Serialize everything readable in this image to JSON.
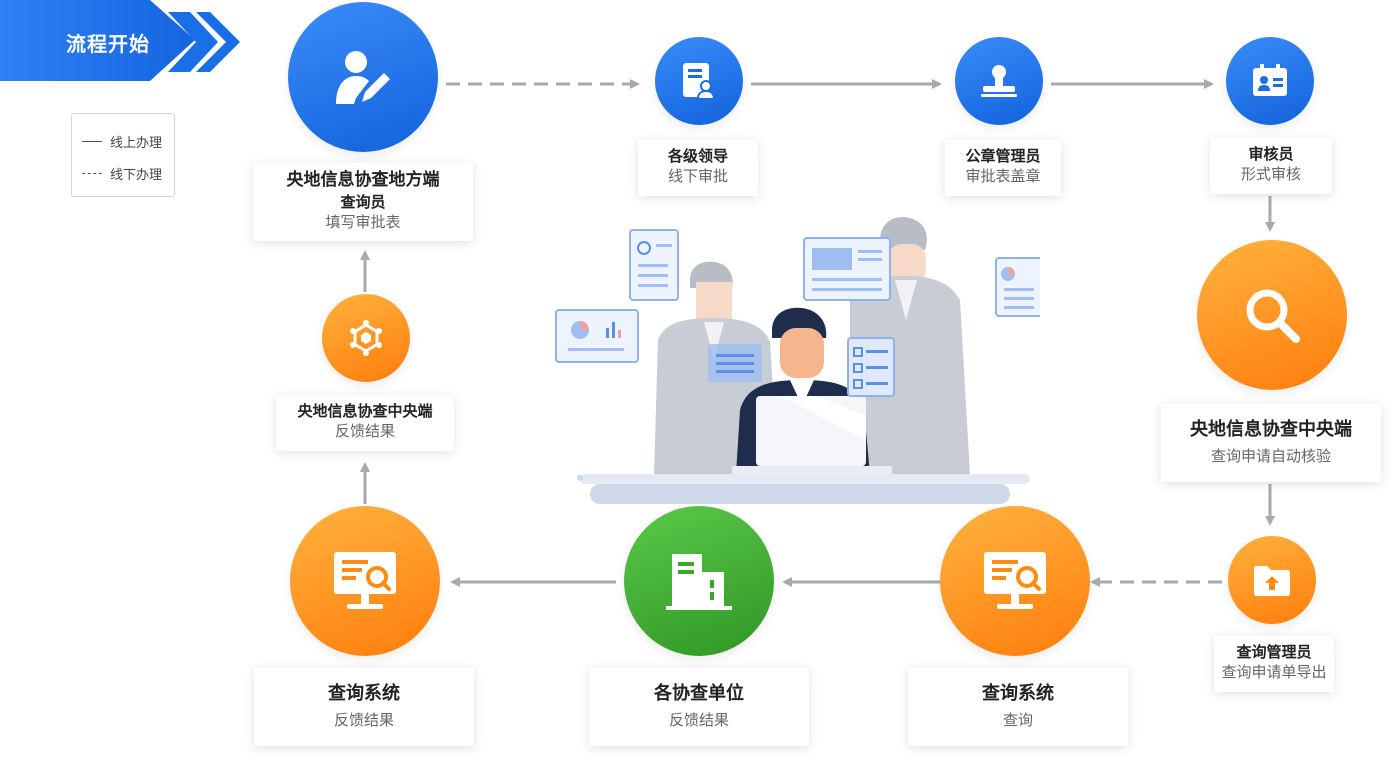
{
  "start": {
    "label": "流程开始"
  },
  "legend": {
    "online": "线上办理",
    "offline": "线下办理"
  },
  "nodes": {
    "local_querier": {
      "title_line1": "央地信息协查地方端",
      "title_line2": "查询员",
      "subtitle": "填写审批表"
    },
    "leaders": {
      "title": "各级领导",
      "subtitle": "线下审批"
    },
    "seal_admin": {
      "title": "公章管理员",
      "subtitle": "审批表盖章"
    },
    "reviewer": {
      "title": "审核员",
      "subtitle": "形式审核"
    },
    "central_verify": {
      "title": "央地信息协查中央端",
      "subtitle": "查询申请自动核验"
    },
    "query_admin": {
      "title": "查询管理员",
      "subtitle": "查询申请单导出"
    },
    "query_system_right": {
      "title": "查询系统",
      "subtitle": "查询"
    },
    "units": {
      "title": "各协查单位",
      "subtitle": "反馈结果"
    },
    "query_system_left": {
      "title": "查询系统",
      "subtitle": "反馈结果"
    },
    "central_feedback": {
      "title": "央地信息协查中央端",
      "subtitle": "反馈结果"
    }
  },
  "colors": {
    "blue": "#1a6ee6",
    "orange": "#ff8a14",
    "green": "#3aa82c",
    "arrow": "#a9a9a9"
  },
  "icons": {
    "local_querier": "user-edit-icon",
    "leaders": "document-user-icon",
    "seal_admin": "stamp-icon",
    "reviewer": "id-card-icon",
    "central_verify": "search-icon",
    "query_admin": "folder-upload-icon",
    "query_system": "monitor-search-icon",
    "units": "building-icon",
    "central_feedback": "hexagon-network-icon"
  }
}
